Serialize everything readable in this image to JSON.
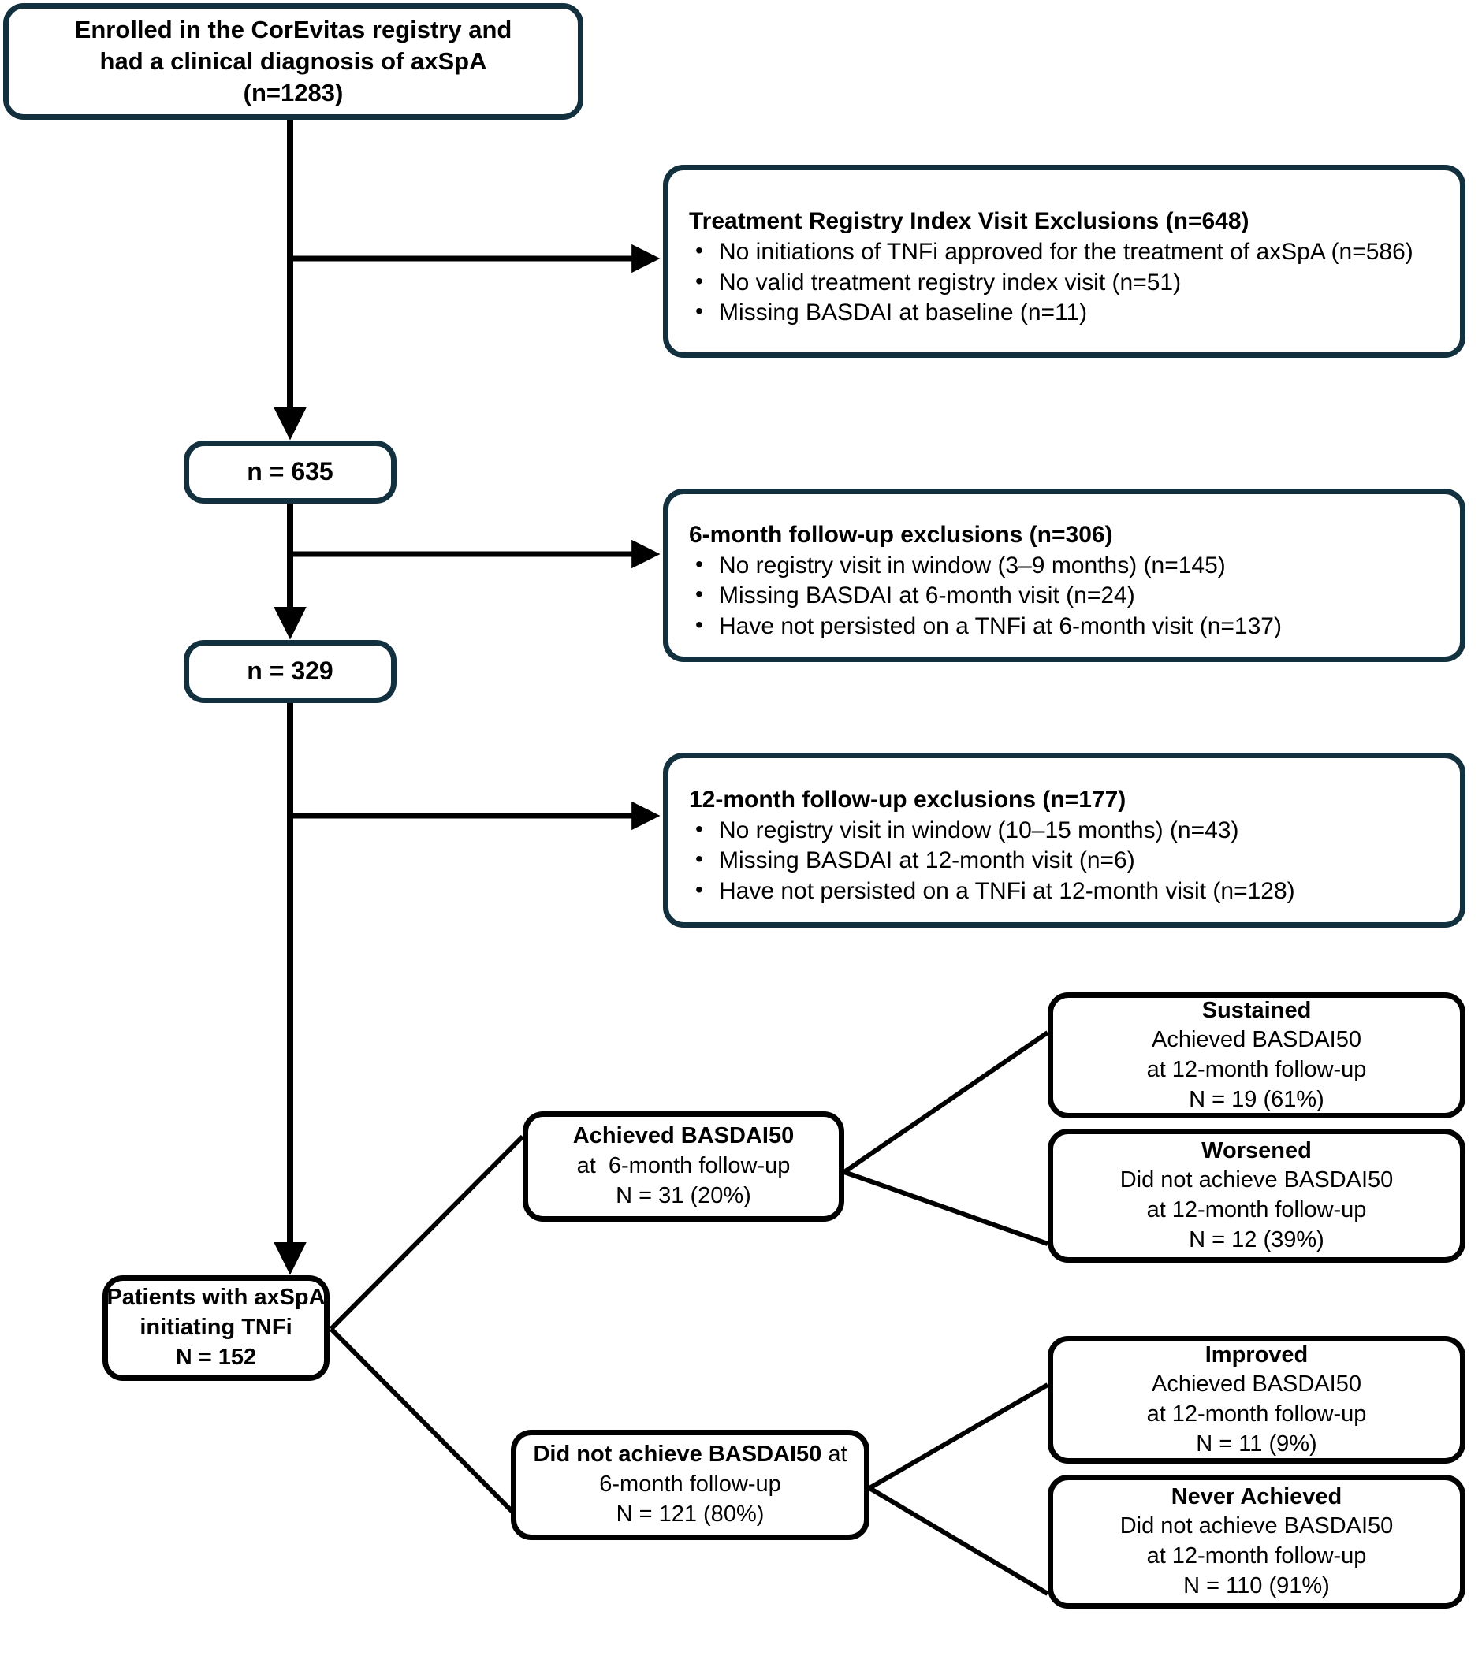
{
  "figure": {
    "type": "flowchart",
    "title": "CONSORT-style patient disposition flow diagram",
    "colors": {
      "upper_box_border": "#13303f",
      "lower_box_border": "#000000",
      "connector": "#000000",
      "background": "#ffffff",
      "text": "#000000"
    }
  },
  "boxes": {
    "enrolled": {
      "lines": [
        "Enrolled in the CorEvitas registry and",
        "had a clinical diagnosis of axSpA",
        "(n=1283)"
      ],
      "n": 1283
    },
    "exclusions_index": {
      "title": "Treatment Registry Index Visit Exclusions (n=648)",
      "n": 648,
      "items": [
        "No initiations of TNFi approved for the treatment of axSpA (n=586)",
        "No valid treatment registry index visit (n=51)",
        "Missing BASDAI at baseline (n=11)"
      ],
      "item_counts": [
        586,
        51,
        11
      ]
    },
    "n635": {
      "label": "n = 635",
      "n": 635
    },
    "exclusions_6month": {
      "title": "6-month follow-up exclusions (n=306)",
      "n": 306,
      "items": [
        "No registry visit in window (3–9 months) (n=145)",
        "Missing BASDAI at 6-month visit (n=24)",
        "Have not persisted on a TNFi at 6-month visit (n=137)"
      ],
      "item_counts": [
        145,
        24,
        137
      ]
    },
    "n329": {
      "label": "n = 329",
      "n": 329
    },
    "exclusions_12month": {
      "title": "12-month follow-up exclusions (n=177)",
      "n": 177,
      "items": [
        "No registry visit in window (10–15 months) (n=43)",
        "Missing BASDAI at 12-month visit (n=6)",
        "Have not persisted on a TNFi at 12-month visit (n=128)"
      ],
      "item_counts": [
        43,
        6,
        128
      ]
    },
    "patients": {
      "line1": "Patients with axSpA",
      "line2": "initiating TNFi",
      "line3": "N = 152",
      "n": 152
    },
    "achieved_6month": {
      "line1": "Achieved BASDAI50",
      "line2": "at  6-month follow-up",
      "line3": "N = 31 (20%)",
      "n": 31,
      "pct": 20
    },
    "not_achieved_6month": {
      "line1": "Did not achieve BASDAI50",
      "line1_suffix": " at",
      "line2": "6-month follow-up",
      "line3": "N = 121 (80%)",
      "n": 121,
      "pct": 80
    },
    "sustained": {
      "line1": "Sustained",
      "line2": "Achieved BASDAI50",
      "line3": "at 12-month follow-up",
      "line4": "N = 19 (61%)",
      "n": 19,
      "pct": 61
    },
    "worsened": {
      "line1": "Worsened",
      "line2": "Did not achieve BASDAI50",
      "line3": "at 12-month follow-up",
      "line4": "N = 12 (39%)",
      "n": 12,
      "pct": 39
    },
    "improved": {
      "line1": "Improved",
      "line2": "Achieved BASDAI50",
      "line3": "at 12-month follow-up",
      "line4": "N = 11 (9%)",
      "n": 11,
      "pct": 9
    },
    "never_achieved": {
      "line1": "Never Achieved",
      "line2": "Did not achieve BASDAI50",
      "line3": "at 12-month follow-up",
      "line4": "N = 110 (91%)",
      "n": 110,
      "pct": 91
    }
  },
  "chart_data": {
    "type": "diagram",
    "title": "Patient disposition flow",
    "nodes": [
      {
        "id": "enrolled",
        "label": "Enrolled in the CorEvitas registry and had a clinical diagnosis of axSpA",
        "value": 1283
      },
      {
        "id": "n635",
        "label": "n = 635",
        "value": 635
      },
      {
        "id": "n329",
        "label": "n = 329",
        "value": 329
      },
      {
        "id": "patients",
        "label": "Patients with axSpA initiating TNFi",
        "value": 152
      },
      {
        "id": "achieved_6month",
        "label": "Achieved BASDAI50 at 6-month follow-up",
        "value": 31,
        "pct": 20
      },
      {
        "id": "not_achieved_6month",
        "label": "Did not achieve BASDAI50 at 6-month follow-up",
        "value": 121,
        "pct": 80
      },
      {
        "id": "sustained",
        "label": "Sustained",
        "value": 19,
        "pct": 61
      },
      {
        "id": "worsened",
        "label": "Worsened",
        "value": 12,
        "pct": 39
      },
      {
        "id": "improved",
        "label": "Improved",
        "value": 11,
        "pct": 9
      },
      {
        "id": "never_achieved",
        "label": "Never Achieved",
        "value": 110,
        "pct": 91
      }
    ],
    "exclusions": [
      {
        "id": "exclusions_index",
        "label": "Treatment Registry Index Visit Exclusions",
        "value": 648
      },
      {
        "id": "exclusions_6month",
        "label": "6-month follow-up exclusions",
        "value": 306
      },
      {
        "id": "exclusions_12month",
        "label": "12-month follow-up exclusions",
        "value": 177
      }
    ],
    "edges": [
      {
        "from": "enrolled",
        "to": "exclusions_index"
      },
      {
        "from": "enrolled",
        "to": "n635"
      },
      {
        "from": "n635",
        "to": "exclusions_6month"
      },
      {
        "from": "n635",
        "to": "n329"
      },
      {
        "from": "n329",
        "to": "exclusions_12month"
      },
      {
        "from": "n329",
        "to": "patients"
      },
      {
        "from": "patients",
        "to": "achieved_6month"
      },
      {
        "from": "patients",
        "to": "not_achieved_6month"
      },
      {
        "from": "achieved_6month",
        "to": "sustained"
      },
      {
        "from": "achieved_6month",
        "to": "worsened"
      },
      {
        "from": "not_achieved_6month",
        "to": "improved"
      },
      {
        "from": "not_achieved_6month",
        "to": "never_achieved"
      }
    ]
  }
}
